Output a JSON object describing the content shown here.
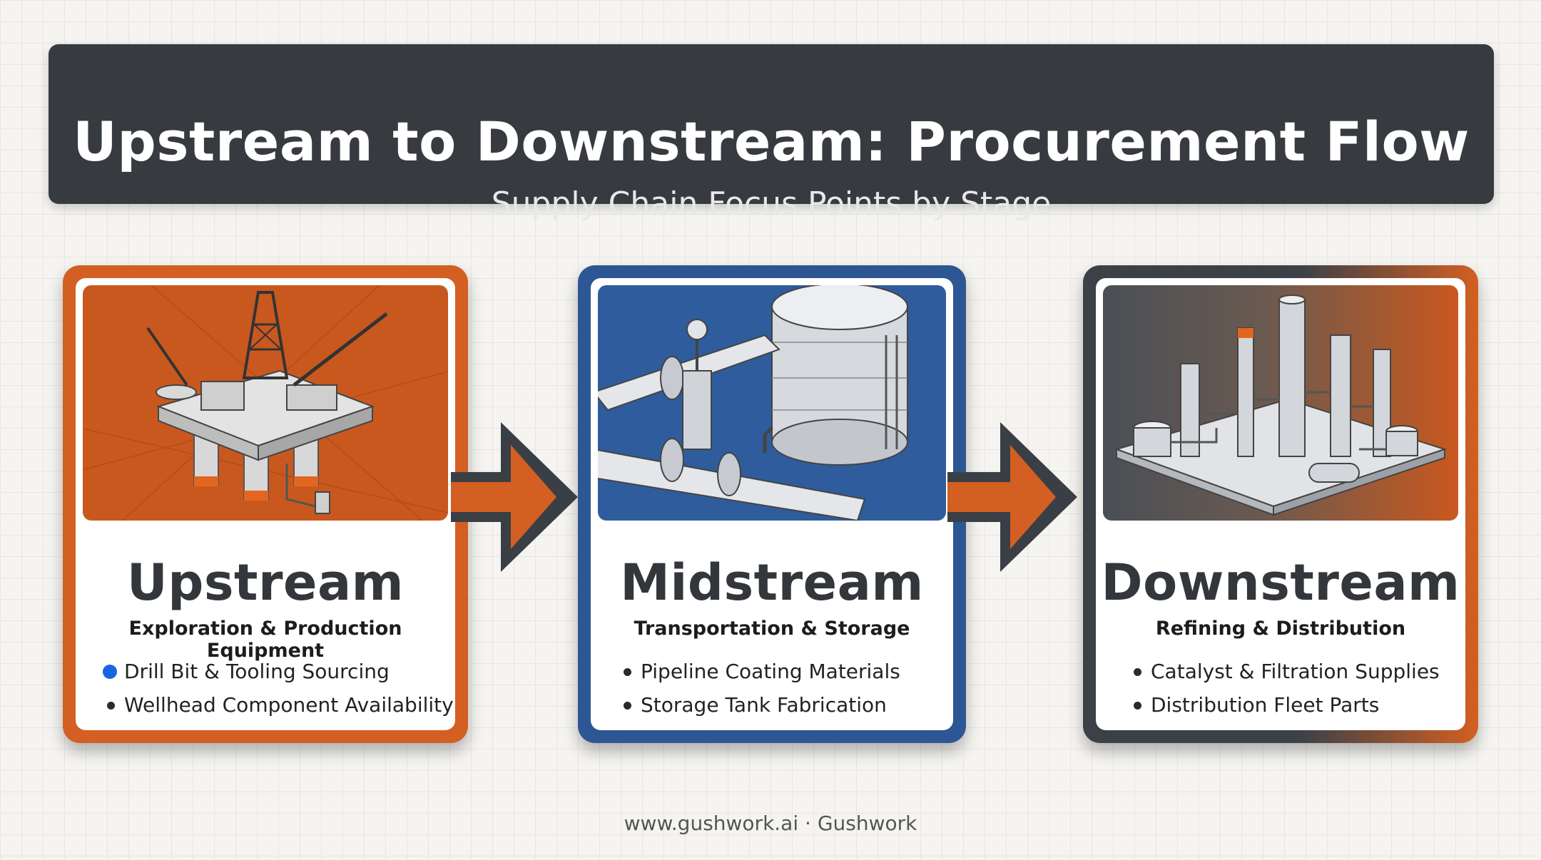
{
  "header": {
    "title": "Upstream to Downstream: Procurement Flow",
    "subtitle": "Supply Chain Focus Points by Stage"
  },
  "stages": [
    {
      "title": "Upstream",
      "subtitle": "Exploration & Production Equipment",
      "bullets": [
        "Drill Bit & Tooling Sourcing",
        "Wellhead Component Availability"
      ],
      "accent_color": "#d35f22",
      "illustration": "offshore-oil-rig-icon"
    },
    {
      "title": "Midstream",
      "subtitle": "Transportation & Storage",
      "bullets": [
        "Pipeline Coating Materials",
        "Storage Tank Fabrication"
      ],
      "accent_color": "#2d5794",
      "illustration": "pipeline-storage-tank-icon"
    },
    {
      "title": "Downstream",
      "subtitle": "Refining & Distribution",
      "bullets": [
        "Catalyst & Filtration Supplies",
        "Distribution Fleet Parts"
      ],
      "accent_color": "#3c4147",
      "illustration": "refinery-plant-icon"
    }
  ],
  "footer": "www.gushwork.ai · Gushwork"
}
